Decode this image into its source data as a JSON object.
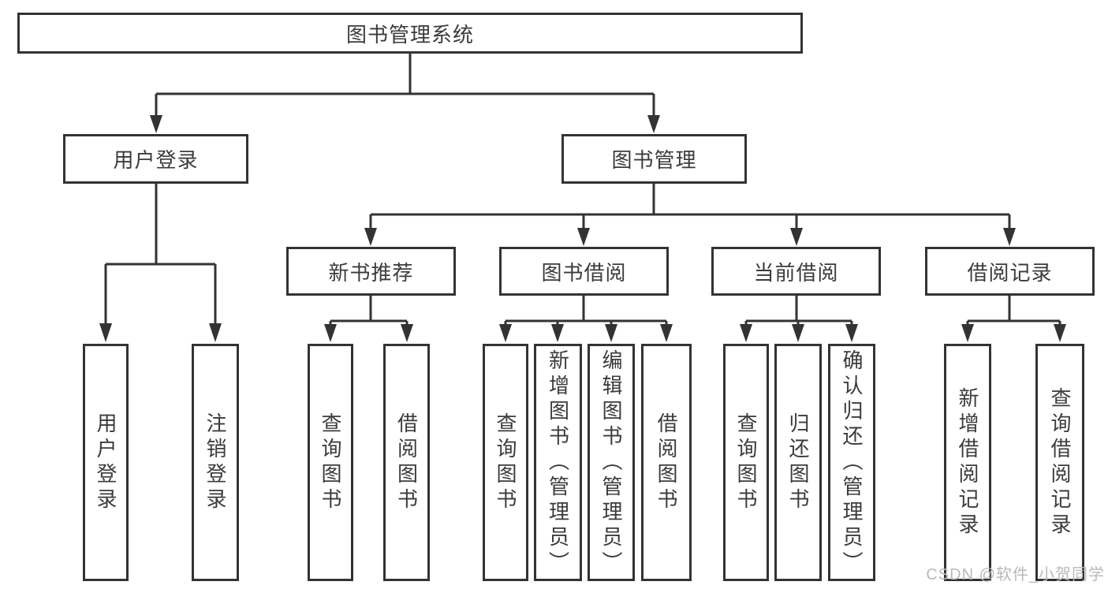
{
  "diagram_type": "hierarchy-tree",
  "colors": {
    "background": "#ffffff",
    "line": "#333333",
    "box_border": "#333333",
    "box_fill": "#ffffff",
    "text": "#3b3b3b",
    "watermark": "#b9b9b9"
  },
  "tree": {
    "label": "图书管理系统",
    "children": [
      {
        "label": "用户登录",
        "children": [
          {
            "label": "用户登录"
          },
          {
            "label": "注销登录"
          }
        ]
      },
      {
        "label": "图书管理",
        "children": [
          {
            "label": "新书推荐",
            "children": [
              {
                "label": "查询图书"
              },
              {
                "label": "借阅图书"
              }
            ]
          },
          {
            "label": "图书借阅",
            "children": [
              {
                "label": "查询图书"
              },
              {
                "label": "新增图书（管理员）"
              },
              {
                "label": "编辑图书（管理员）"
              },
              {
                "label": "借阅图书"
              }
            ]
          },
          {
            "label": "当前借阅",
            "children": [
              {
                "label": "查询图书"
              },
              {
                "label": "归还图书"
              },
              {
                "label": "确认归还（管理员）"
              }
            ]
          },
          {
            "label": "借阅记录",
            "children": [
              {
                "label": "新增借阅记录"
              },
              {
                "label": "查询借阅记录"
              }
            ]
          }
        ]
      }
    ]
  },
  "watermark": {
    "text": "CSDN @软件_小贺同学"
  }
}
